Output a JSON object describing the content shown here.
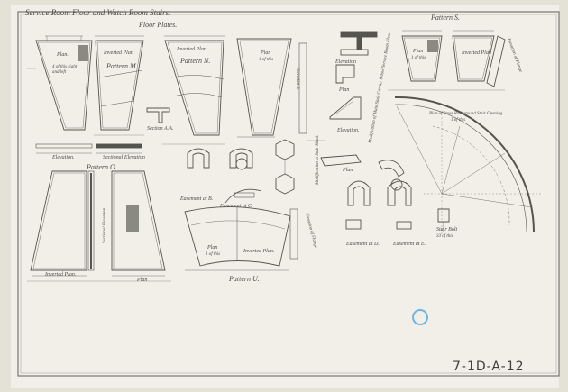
{
  "sheet": {
    "title": "Service Room Floor and Watch Room Stairs.",
    "subtitle": "Floor Plates.",
    "drawing_number": "7-1D-A-12",
    "ink_color": "#55554e",
    "paper_color": "#f1efe8",
    "stamp_color": "#6fb6dd"
  },
  "labels": {
    "plan": "Plan.",
    "plan_note": "4 of this right and left",
    "inverted_plan_m": "Inverted Plan",
    "pattern_m": "Pattern M.",
    "inverted_plan_n": "Inverted Plan",
    "pattern_n": "Pattern N.",
    "plan_n": "Plan",
    "plan_n_note": "1 of this",
    "section_aa": "Section A.A.",
    "elevation_left": "Elevation.",
    "sectional_elevation": "Sectional Elevation",
    "pattern_o": "Pattern O.",
    "inverted_plan_o": "Inverted Plan.",
    "plan_o": "Plan",
    "sectional_elevation_o": "Sectional Elevation",
    "pattern_u": "Pattern U.",
    "plan_u": "Plan",
    "plan_u_note": "1 of this",
    "inverted_plan_u": "Inverted Plan.",
    "elevation_of_flange": "Elevation of Flange",
    "easement_b": "Easement at B.",
    "easement_c": "Easement at C.",
    "modification_stair_head": "Modification at Stair Head.",
    "elevation_b": "Elevation B.",
    "modification_main": "Modification of Main Stair Carrier below Service Room Floor",
    "elevation_mid": "Elevation",
    "plan_mid": "Plan",
    "elevation_mid2": "Elevation.",
    "plan_mid2": "Plan",
    "easement_d": "Easement at D.",
    "easement_e": "Easement at E.",
    "stair_bolt": "Stair Bolt",
    "stair_bolt_note": "33 of this",
    "pattern_s": "Pattern S.",
    "plan_s": "Plan",
    "plan_s_note": "1 of this",
    "inverted_plan_s": "Inverted Plan",
    "elevation_flange_s": "Elevation of Flange",
    "inner_rail_note": "Plan of Inner Rail around Stair Opening",
    "inner_rail_note2": "1 of this",
    "one_of_this": "1 of this"
  }
}
